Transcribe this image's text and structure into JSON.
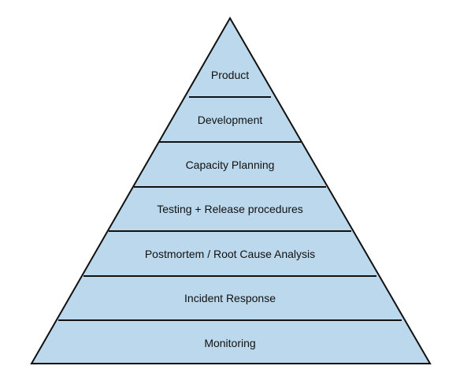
{
  "diagram": {
    "type": "pyramid",
    "colors": {
      "fill": "#bcd8ec",
      "stroke": "#111111",
      "text": "#111111",
      "background": "#ffffff"
    },
    "tiers": [
      {
        "label": "Product"
      },
      {
        "label": "Development"
      },
      {
        "label": "Capacity Planning"
      },
      {
        "label": "Testing + Release procedures"
      },
      {
        "label": "Postmortem / Root Cause Analysis"
      },
      {
        "label": "Incident Response"
      },
      {
        "label": "Monitoring"
      }
    ]
  }
}
